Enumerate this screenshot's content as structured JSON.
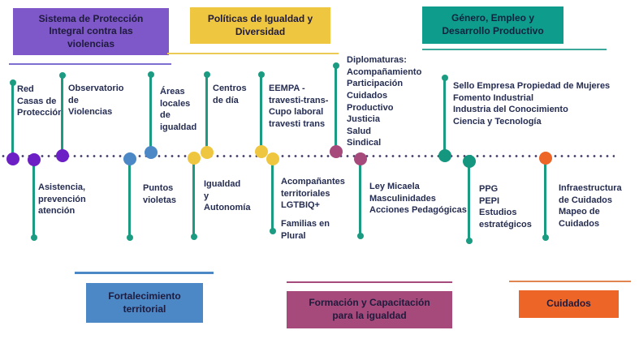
{
  "colors": {
    "purple_box": "#7E57C8",
    "purple_dot": "#6B1FC4",
    "yellow": "#EFC63F",
    "teal_box": "#0E9C8C",
    "teal_dot": "#15977F",
    "blue": "#4C87C6",
    "maroon": "#A54A7A",
    "orange": "#EE6528",
    "stem": "#1B9B82",
    "timeline_dots": "#463F6E",
    "label_text": "#252D52"
  },
  "headers": {
    "sistema": "Sistema de Protección\nIntegral contra las\nviolencias",
    "politicas": "Políticas de Igualdad y\nDiversidad",
    "genero": "Género, Empleo y\nDesarrollo Productivo",
    "fortalecimiento": "Fortalecimiento\nterritorial",
    "formacion": "Formación y Capacitación\npara la igualdad",
    "cuidados": "Cuidados"
  },
  "milestones": [
    {
      "name": "red-casas-de-proteccion",
      "label": "Red\nCasas de\nProtección",
      "color": "#6B1FC4",
      "direction": "up"
    },
    {
      "name": "asistencia-prevencion-atencion",
      "label": "Asistencia,\nprevención\natención",
      "color": "#6B1FC4",
      "direction": "down"
    },
    {
      "name": "observatorio-de-violencias",
      "label": "Observatorio\nde\nViolencias",
      "color": "#6B1FC4",
      "direction": "up"
    },
    {
      "name": "puntos-violetas",
      "label": "Puntos\nvioletas",
      "color": "#4C87C6",
      "direction": "down"
    },
    {
      "name": "areas-locales-de-igualdad",
      "label": "Áreas\nlocales\nde\nigualdad",
      "color": "#4C87C6",
      "direction": "up"
    },
    {
      "name": "igualdad-y-autonomia",
      "label": "Igualdad\ny\nAutonomía",
      "color": "#EFC63F",
      "direction": "down"
    },
    {
      "name": "centros-de-dia",
      "label": "Centros\nde día",
      "color": "#EFC63F",
      "direction": "up"
    },
    {
      "name": "eempa-cupo-laboral",
      "label": "EEMPA -\ntravesti-trans-\nCupo laboral\ntravesti trans",
      "color": "#EFC63F",
      "direction": "up"
    },
    {
      "name": "acompanantes-territoriales",
      "label": "Acompañantes\nterritoriales\nLGTBIQ+",
      "label2": "Familias en\nPlural",
      "color": "#EFC63F",
      "direction": "down"
    },
    {
      "name": "diplomaturas",
      "label": "Diplomaturas:\nAcompañamiento\nParticipación\nCuidados\nProductivo\nJusticia\nSalud\nSindical",
      "color": "#A54A7A",
      "direction": "up"
    },
    {
      "name": "ley-micaela",
      "label": "Ley Micaela\nMasculinidades\nAcciones Pedagógicas",
      "color": "#A54A7A",
      "direction": "down"
    },
    {
      "name": "sello-empresa",
      "label": "Sello Empresa Propiedad de Mujeres\nFomento Industrial\nIndustria del Conocimiento\nCiencia y Tecnología",
      "color": "#15977F",
      "direction": "up"
    },
    {
      "name": "ppg-pepi",
      "label": "PPG\nPEPI\nEstudios\nestratégicos",
      "color": "#15977F",
      "direction": "down"
    },
    {
      "name": "infraestructura-de-cuidados",
      "label": "Infraestructura\nde Cuidados\nMapeo de\nCuidados",
      "color": "#EE6528",
      "direction": "down"
    }
  ]
}
